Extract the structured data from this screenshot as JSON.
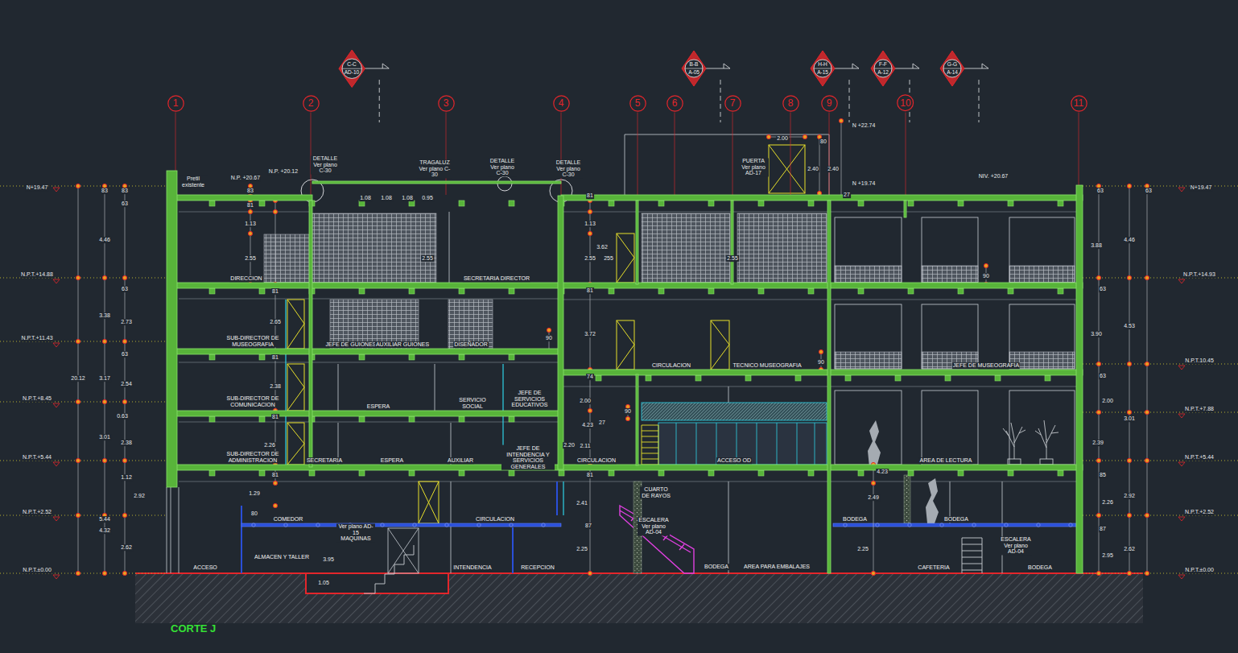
{
  "diagram": {
    "title": "CORTE J",
    "nodes": [
      {
        "text": [
          "C-C",
          "AD-10"
        ]
      },
      {
        "text": [
          "B-B",
          "A-05"
        ]
      },
      {
        "text": [
          "H-H",
          "A-15"
        ]
      },
      {
        "text": [
          "F-F",
          "A-12"
        ]
      },
      {
        "text": [
          "G-G",
          "A-14"
        ]
      },
      {
        "text": [
          "1"
        ]
      },
      {
        "text": [
          "2"
        ]
      },
      {
        "text": [
          "3"
        ]
      },
      {
        "text": [
          "4"
        ]
      },
      {
        "text": [
          "5"
        ]
      },
      {
        "text": [
          "6"
        ]
      },
      {
        "text": [
          "7"
        ]
      },
      {
        "text": [
          "8"
        ]
      },
      {
        "text": [
          "9"
        ]
      },
      {
        "text": [
          "10"
        ]
      },
      {
        "text": [
          "11"
        ]
      }
    ],
    "labels": [
      "Pretil existente",
      "N.P. +20.67",
      "N.P. +20.12",
      "DETALLE Ver plano C-30",
      "TRAGALUZ Ver plano C-30",
      "DETALLE Ver plano C-30",
      "DETALLE Ver plano C-30",
      "PUERTA Ver plano AD-17",
      "2.00",
      "80",
      "2.40",
      "2.40",
      "N +22.74",
      "N +19.74",
      "27",
      "NIV. +20.67",
      "N+19.47",
      "N.P.T.+14.88",
      "N.P.T.+11.43",
      "N.P.T.+8.45",
      "N.P.T.+5.44",
      "N.P.T.+2.52",
      "N.P.T.±0.00",
      "N+19.47",
      "N.P.T.+14.93",
      "N.P.T.10.45",
      "N.P.T.+7.88",
      "N.P.T.+5.44",
      "N.P.T.+2.52",
      "N.P.T.±0.00",
      "20.12",
      "83",
      "4.46",
      "3.38",
      "3.17",
      "3.01",
      "5.44",
      "83",
      "63",
      "63",
      "2.73",
      "63",
      "2.54",
      "0.63",
      "2.38",
      "1.12",
      "2.92",
      "4.32",
      "2.62",
      "83",
      "81",
      "1.13",
      "2.55",
      "81",
      "2.65",
      "81",
      "2.38",
      "81",
      "2.26",
      "81",
      "1.29",
      "80",
      "3.95",
      "1.05",
      "1.08",
      "1.08",
      "1.08",
      "0.95",
      "2.55",
      "81",
      "1.13",
      "3.62",
      "2.55",
      "255",
      "81",
      "3.72",
      "90",
      "74",
      "2.00",
      "90",
      "4.23",
      "27",
      "2.11",
      "2.20",
      "81",
      "2.41",
      "87",
      "2.25",
      "90",
      "90",
      "2.55",
      "4.23",
      "2.49",
      "2.25",
      "63",
      "63",
      "4.46",
      "3.88",
      "63",
      "4.53",
      "3.90",
      "63",
      "2.00",
      "3.01",
      "2.39",
      "85",
      "2.92",
      "2.26",
      "87",
      "2.62",
      "2.95",
      "DIRECCION",
      "SECRETARIA DIRECTOR",
      "SUB-DIRECTOR DE MUSEOGRAFIA",
      "JEFE DE GUIONES",
      "AUXILIAR GUIONES",
      "DISEÑADOR",
      "SUB-DIRECTOR DE COMUNICACION",
      "ESPERA",
      "SERVICIO SOCIAL",
      "JEFE DE SERVICIOS EDUCATIVOS",
      "SUB-DIRECTOR DE ADMINISTRACION",
      "SECRETARIA",
      "ESPERA",
      "AUXILIAR",
      "JEFE DE INTENDENCIA Y SERVICIOS GENERALES",
      "CIRCULACION",
      "ACCESO OD",
      "AREA DE LECTURA",
      "CIRCULACION",
      "TECNICO MUSEOGRAFIA",
      "JEFE DE MUSEOGRAFIA",
      "COMEDOR",
      "CIRCULACION",
      "BODEGA",
      "BODEGA",
      "Ver plano AD-15 MAQUINAS",
      "CUARTO DE RAYOS",
      "ESCALERA Ver plano AD-04",
      "ESCALERA Ver plano AD-04",
      "ACCESO",
      "ALMACEN Y TALLER",
      "INTENDENCIA",
      "RECEPCION",
      "BODEGA",
      "AREA PARA EMBALAJES",
      "CAFETERIA",
      "BODEGA"
    ]
  }
}
